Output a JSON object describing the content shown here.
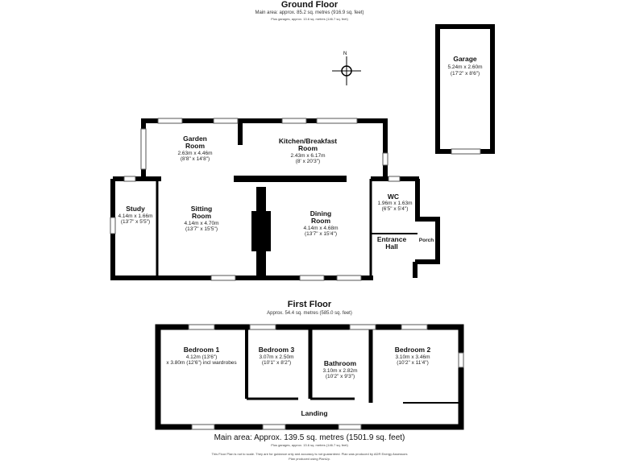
{
  "ground_floor": {
    "title": "Ground Floor",
    "area": "Main area: approx. 85.2 sq. metres (916.9 sq. feet)",
    "garages": "Plus garages, approx. 13.6 sq. metres (146.7 sq. feet)",
    "rooms": [
      {
        "name": "Garage",
        "size": "5.24m x 2.60m",
        "imperial": "(17'2\" x 8'6\")"
      },
      {
        "name": "Garden",
        "name2": "Room",
        "size": "2.63m x 4.46m",
        "imperial": "(8'8\" x 14'8\")"
      },
      {
        "name": "Kitchen/Breakfast",
        "name2": "Room",
        "size": "2.43m x 6.17m",
        "imperial": "(8' x 20'3\")"
      },
      {
        "name": "Study",
        "size": "4.14m x 1.66m",
        "imperial": "(13'7\" x 5'5\")"
      },
      {
        "name": "Sitting",
        "name2": "Room",
        "size": "4.14m x 4.70m",
        "imperial": "(13'7\" x 15'5\")"
      },
      {
        "name": "Dining",
        "name2": "Room",
        "size": "4.14m x 4.68m",
        "imperial": "(13'7\" x 15'4\")"
      },
      {
        "name": "WC",
        "size": "1.96m x 1.63m",
        "imperial": "(6'5\" x 5'4\")"
      },
      {
        "name": "Entrance",
        "name2": "Hall"
      },
      {
        "name": "Porch"
      }
    ]
  },
  "first_floor": {
    "title": "First Floor",
    "area": "Approx. 54.4 sq. metres (585.0 sq. feet)",
    "rooms": [
      {
        "name": "Bedroom 1",
        "size": "4.12m (13'6\")",
        "imperial": "x 3.80m (12'6\") incl wardrobes"
      },
      {
        "name": "Bedroom 3",
        "size": "3.07m x 2.50m",
        "imperial": "(10'1\" x 8'2\")"
      },
      {
        "name": "Bathroom",
        "size": "3.10m x 2.82m",
        "imperial": "(10'2\" x 9'3\")"
      },
      {
        "name": "Bedroom 2",
        "size": "3.10m x 3.46m",
        "imperial": "(10'2\" x 11'4\")"
      },
      {
        "name": "Landing"
      }
    ]
  },
  "footer": {
    "main_area": "Main area: Approx. 139.5 sq. metres (1501.9 sq. feet)",
    "garages": "Plus garages, approx. 13.6 sq. metres (146.7 sq. feet)",
    "disclaimer": "This Floor Plan is not to scale. They are for guidance only and accuracy is not guaranteed. Plan was produced by ADR Energy Assessors",
    "produced": "Plan produced using PlanUp."
  },
  "compass": {
    "label": "N"
  }
}
